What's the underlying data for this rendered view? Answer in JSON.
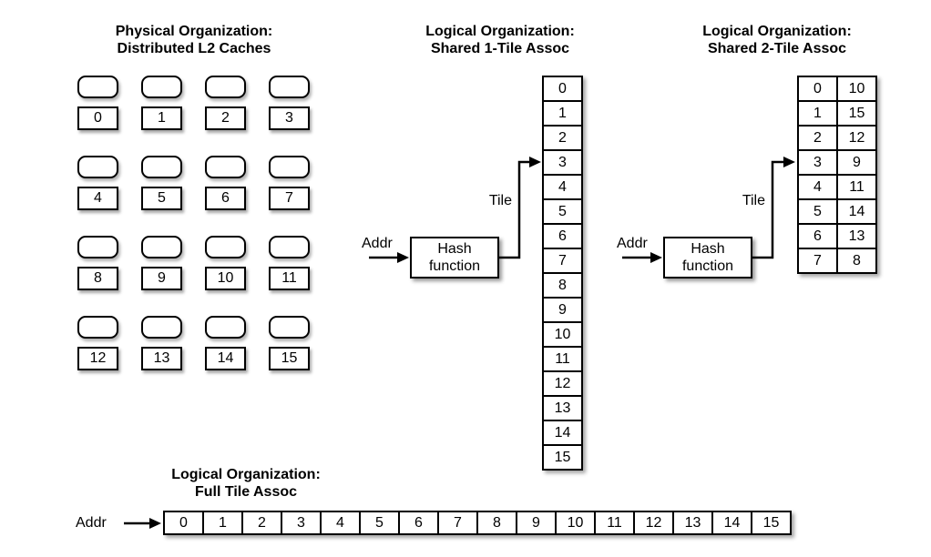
{
  "colors": {
    "background": "#ffffff",
    "stroke": "#000000",
    "fill": "#ffffff"
  },
  "panels": {
    "physical": {
      "title": [
        "Physical Organization:",
        "Distributed L2 Caches"
      ],
      "tiles": [
        "0",
        "1",
        "2",
        "3",
        "4",
        "5",
        "6",
        "7",
        "8",
        "9",
        "10",
        "11",
        "12",
        "13",
        "14",
        "15"
      ]
    },
    "shared1": {
      "title": [
        "Logical Organization:",
        "Shared 1-Tile Assoc"
      ],
      "addr_label": "Addr",
      "tile_label": "Tile",
      "hash_box": [
        "Hash",
        "function"
      ],
      "cells": [
        "0",
        "1",
        "2",
        "3",
        "4",
        "5",
        "6",
        "7",
        "8",
        "9",
        "10",
        "11",
        "12",
        "13",
        "14",
        "15"
      ],
      "arrow_target_cell": "3"
    },
    "shared2": {
      "title": [
        "Logical Organization:",
        "Shared 2-Tile Assoc"
      ],
      "addr_label": "Addr",
      "tile_label": "Tile",
      "hash_box": [
        "Hash",
        "function"
      ],
      "rows": [
        [
          "0",
          "10"
        ],
        [
          "1",
          "15"
        ],
        [
          "2",
          "12"
        ],
        [
          "3",
          "9"
        ],
        [
          "4",
          "11"
        ],
        [
          "5",
          "14"
        ],
        [
          "6",
          "13"
        ],
        [
          "7",
          "8"
        ]
      ],
      "arrow_target_row": "3"
    },
    "full": {
      "title": [
        "Logical Organization:",
        "Full Tile Assoc"
      ],
      "addr_label": "Addr",
      "cells": [
        "0",
        "1",
        "2",
        "3",
        "4",
        "5",
        "6",
        "7",
        "8",
        "9",
        "10",
        "11",
        "12",
        "13",
        "14",
        "15"
      ]
    }
  }
}
